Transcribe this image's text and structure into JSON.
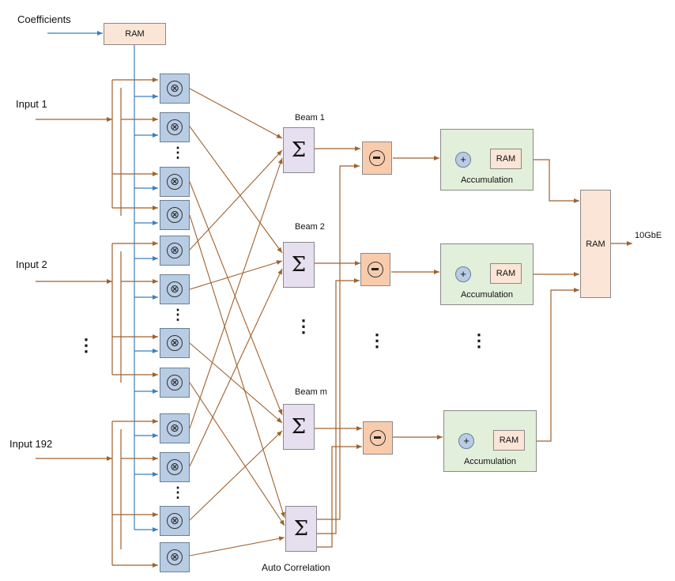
{
  "labels": {
    "coefficients": "Coefficients",
    "ram_top": "RAM",
    "input_1": "Input 1",
    "input_2": "Input 2",
    "input_192": "Input 192",
    "beam_1": "Beam 1",
    "beam_2": "Beam 2",
    "beam_m": "Beam m",
    "auto_correlation": "Auto Correlation",
    "ram_out": "RAM",
    "output": "10GbE"
  },
  "symbols": {
    "multiply": "⊗",
    "sum": "Σ",
    "plus": "+",
    "vdots": "⋮"
  },
  "accumulators": [
    {
      "ram": "RAM",
      "caption": "Accumulation"
    },
    {
      "ram": "RAM",
      "caption": "Accumulation"
    },
    {
      "ram": "RAM",
      "caption": "Accumulation"
    }
  ],
  "colors": {
    "signal_line": "#a0622d",
    "coeff_line": "#3d7fc0",
    "multiplier_fill": "#b8cce4",
    "sum_fill": "#e6dff0",
    "subtract_fill": "#f8cbad",
    "accum_fill": "#e2efda",
    "ram_fill": "#fbe5d6"
  },
  "icons": [
    "multiplier-icon",
    "summation-icon",
    "subtract-icon",
    "adder-icon"
  ]
}
